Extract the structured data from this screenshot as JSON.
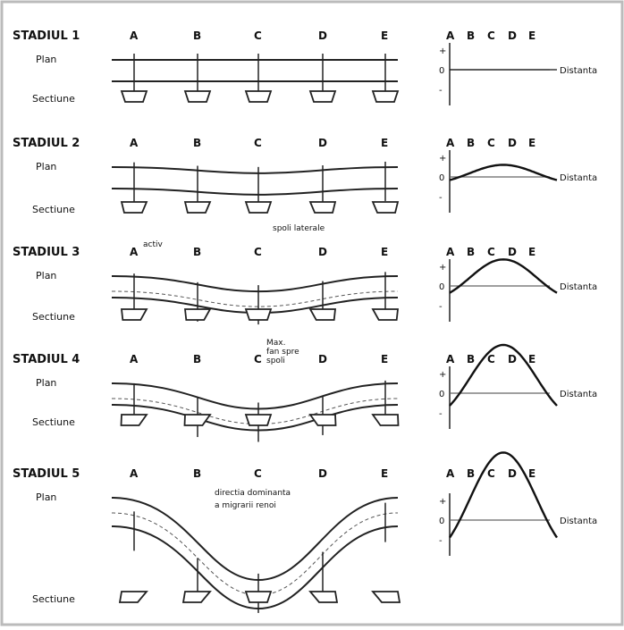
{
  "stages": [
    {
      "title": "STADIUL 1",
      "plan_label": "Plan",
      "section_label": "Sectiune",
      "notes": []
    },
    {
      "title": "STADIUL 2",
      "plan_label": "Plan",
      "section_label": "Sectiune",
      "notes": []
    },
    {
      "title": "STADIUL 3",
      "plan_label": "Plan",
      "section_label": "Sectiune",
      "notes": [
        "activ",
        "spoli laterale"
      ]
    },
    {
      "title": "STADIUL 4",
      "plan_label": "Plan",
      "section_label": "Sectiune",
      "notes": [
        "Max.",
        "fan spre",
        "spoli"
      ]
    },
    {
      "title": "STADIUL 5",
      "plan_label": "Plan",
      "section_label": "Sectiune",
      "notes": [
        "directia dominanta",
        "a migrarii renoi"
      ]
    }
  ],
  "section_letters": [
    "A",
    "B",
    "C",
    "D",
    "E"
  ],
  "graph": {
    "letters": [
      "A",
      "B",
      "C",
      "D",
      "E"
    ],
    "zero_label": "0",
    "plus_label": "+",
    "minus_label": "-",
    "axis_label": "Distanta"
  }
}
